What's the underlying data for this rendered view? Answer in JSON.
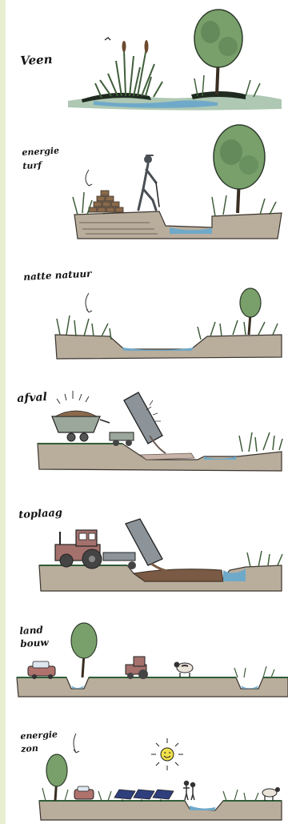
{
  "colors": {
    "page_background": "#e8efd0",
    "sheet": "#ffffff",
    "ground": "#b9ad9c",
    "ground_dark": "#8a7f72",
    "water": "#6fa9c9",
    "grass": "#3f5e3a",
    "tree": "#79a06b",
    "soil": "#7a5a44",
    "tractor": "#a4716d",
    "sun": "#f0e04a",
    "panel": "#2f3e7d"
  },
  "panels": [
    {
      "label": "Veen"
    },
    {
      "label": "energie\nturf"
    },
    {
      "label": "natte natuur"
    },
    {
      "label": "afval"
    },
    {
      "label": "toplaag"
    },
    {
      "label": "land\nbouw"
    },
    {
      "label": "energie\nzon"
    }
  ]
}
